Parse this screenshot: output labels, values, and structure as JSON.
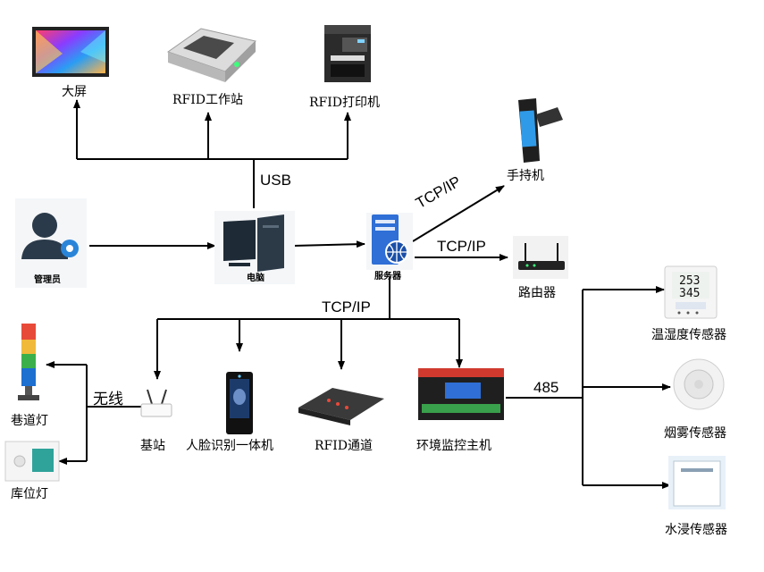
{
  "nodes": {
    "big_screen": "大屏",
    "rfid_workstation": "RFID工作站",
    "rfid_printer": "RFID打印机",
    "handheld": "手持机",
    "admin": "管理员",
    "computer": "电脑",
    "server": "服务器",
    "router": "路由器",
    "temp_humidity_sensor": "温湿度传感器",
    "smoke_sensor": "烟雾传感器",
    "water_sensor": "水浸传感器",
    "aisle_light": "巷道灯",
    "shelf_light": "库位灯",
    "base_station": "基站",
    "face_terminal": "人脸识别一体机",
    "rfid_channel": "RFID通道",
    "env_host": "环境监控主机"
  },
  "edges": {
    "usb": "USB",
    "tcp_handheld": "TCP/IP",
    "tcp_router": "TCP/IP",
    "tcp_bus": "TCP/IP",
    "wireless": "无线",
    "rs485": "485"
  },
  "sensor_display": {
    "temperature": "253",
    "humidity": "345"
  },
  "colors": {
    "line": "#000000",
    "server_blue": "#2f6fd6",
    "admin_blue": "#2a85d8",
    "admin_dark": "#2b3a4a"
  }
}
